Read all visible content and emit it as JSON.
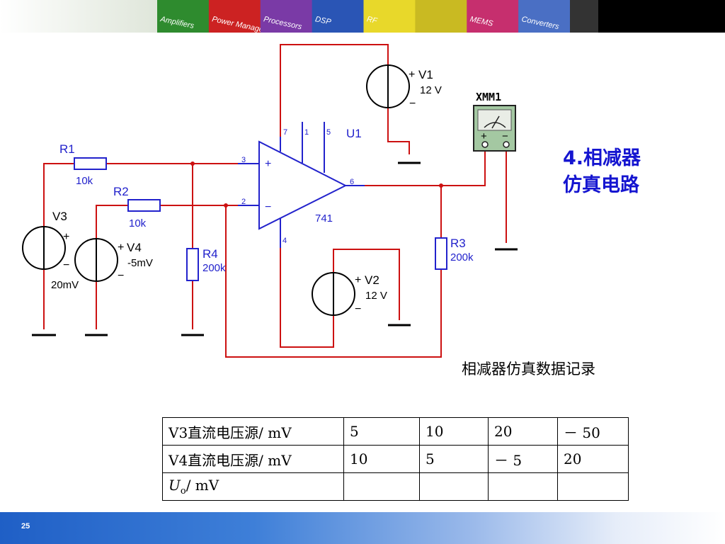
{
  "banner": {
    "tiles": [
      "Amplifiers",
      "Power Management",
      "Processors",
      "DSP",
      "RF",
      "",
      "MEMS",
      "Converters"
    ],
    "colors": [
      "#2e8b2e",
      "#cc2222",
      "#7a3aa6",
      "#2a55b5",
      "#e8d82a",
      "#c9ba22",
      "#c62f6e",
      "#4a6fc4"
    ]
  },
  "title": {
    "line1": "4.相减器",
    "line2": "仿真电路"
  },
  "circuit": {
    "multimeter": {
      "label": "XMM1",
      "plus": "+",
      "minus": "−"
    },
    "opamp": {
      "ref": "U1",
      "model": "741",
      "pins": [
        "7",
        "1",
        "5",
        "3",
        "2",
        "6",
        "4"
      ],
      "plus": "+",
      "minus": "−"
    },
    "v1": {
      "name": "V1",
      "value": "12 V"
    },
    "v2": {
      "name": "V2",
      "value": "12 V"
    },
    "v3": {
      "name": "V3",
      "value": "20mV"
    },
    "v4": {
      "name": "V4",
      "value": "-5mV"
    },
    "r1": {
      "name": "R1",
      "value": "10k"
    },
    "r2": {
      "name": "R2",
      "value": "10k"
    },
    "r3": {
      "name": "R3",
      "value": "200k"
    },
    "r4": {
      "name": "R4",
      "value": "200k"
    },
    "plus": "+",
    "minus": "−"
  },
  "caption": "相减器仿真数据记录",
  "table": {
    "rows": [
      [
        "V3直流电压源/ mV",
        "5",
        "10",
        "20",
        "－ 50"
      ],
      [
        "V4直流电压源/ mV",
        "10",
        "5",
        "－ 5",
        "20"
      ]
    ],
    "uo_symbol": "U",
    "uo_sub": "o",
    "uo_unit": "/ mV"
  },
  "footer": {
    "page": "25"
  }
}
